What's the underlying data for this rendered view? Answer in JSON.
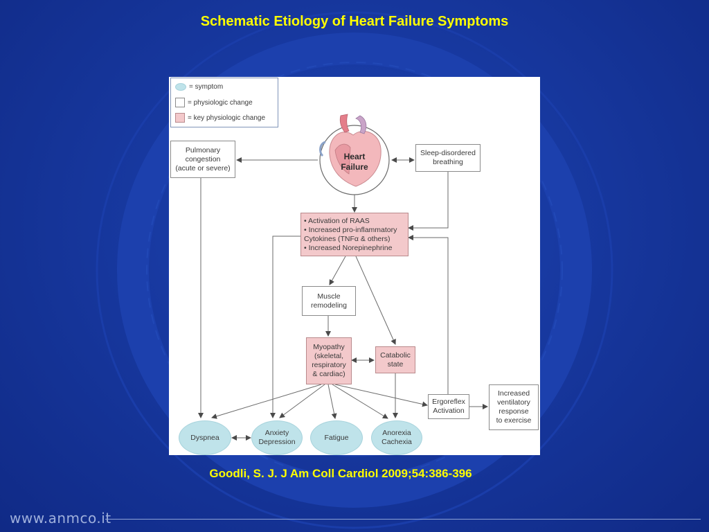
{
  "slide": {
    "title": "Schematic Etiology of Heart Failure Symptoms",
    "citation": "Goodli, S. J. J Am Coll Cardiol 2009;54:386-396",
    "footer": "www.anmco.it"
  },
  "colors": {
    "background": "#17389f",
    "title_text": "#ffff00",
    "symptom_fill": "#bfe3ea",
    "key_change_fill": "#f3c9cb",
    "change_fill": "#ffffff"
  },
  "legend": {
    "symptom": "= symptom",
    "physiologic_change": "= physiologic change",
    "key_physiologic_change": "= key physiologic change"
  },
  "nodes": {
    "heart_failure": "Heart\nFailure",
    "pulmonary": "Pulmonary\ncongestion\n(acute or severe)",
    "sleep": "Sleep-disordered\nbreathing",
    "raas": "• Activation of RAAS\n• Increased pro-inflammatory\n   Cytokines (TNFα & others)\n• Increased Norepinephrine",
    "muscle": "Muscle\nremodeling",
    "myopathy": "Myopathy\n(skeletal,\nrespiratory\n& cardiac)",
    "catabolic": "Catabolic\nstate",
    "ergoreflex": "Ergoreflex\nActivation",
    "ventilatory": "Increased\nventilatory\nresponse\nto exercise",
    "dyspnea": "Dyspnea",
    "anxiety": "Anxiety\nDepression",
    "fatigue": "Fatigue",
    "anorexia": "Anorexia\nCachexia"
  }
}
